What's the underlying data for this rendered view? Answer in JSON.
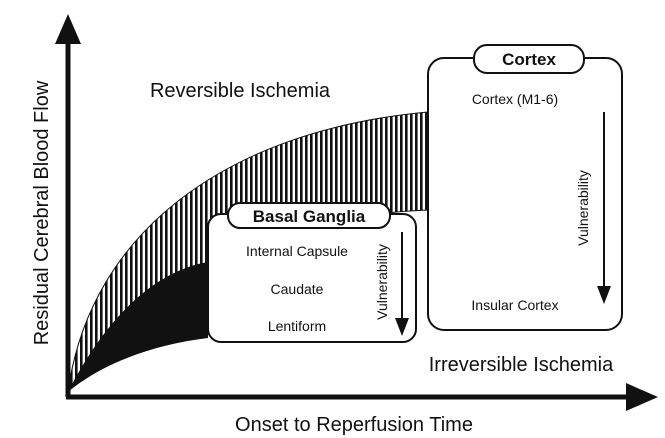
{
  "axes": {
    "y_label": "Residual Cerebral Blood Flow",
    "x_label": "Onset to Reperfusion Time"
  },
  "zones": {
    "reversible": "Reversible Ischemia",
    "irreversible": "Irreversible Ischemia"
  },
  "basal_ganglia": {
    "title": "Basal Ganglia",
    "items": [
      "Internal Capsule",
      "Caudate",
      "Lentiform"
    ],
    "arrow_label": "Vulnerability"
  },
  "cortex": {
    "title": "Cortex",
    "top_item": "Cortex (M1-6)",
    "bottom_item": "Insular Cortex",
    "arrow_label": "Vulnerability"
  },
  "colors": {
    "ink": "#111111",
    "background": "#ffffff"
  }
}
